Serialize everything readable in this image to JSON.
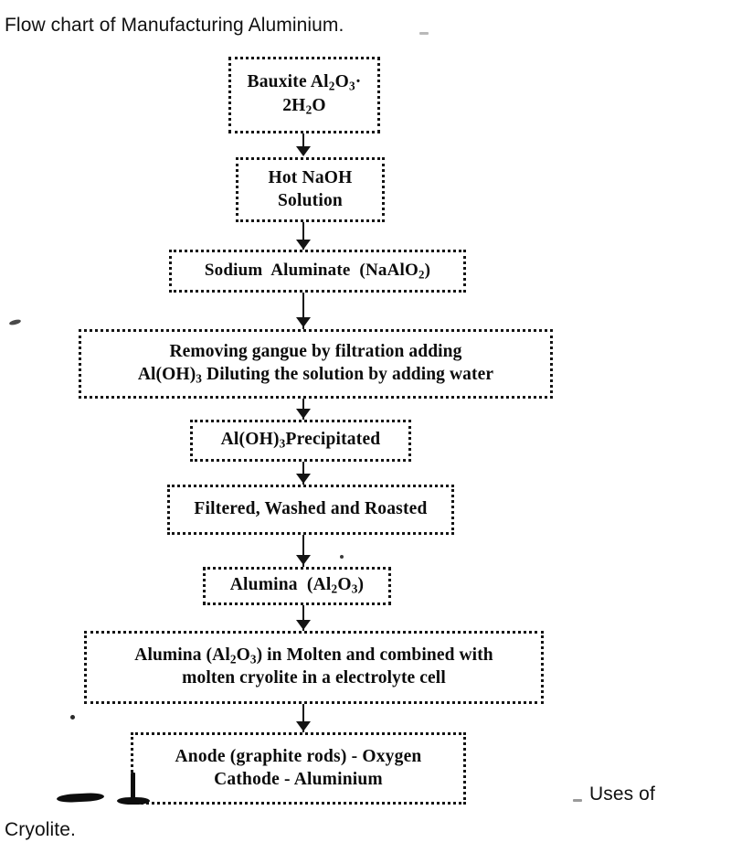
{
  "page": {
    "title_text": "Flow chart of Manufacturing Aluminium.",
    "trailing_text": "Uses of",
    "closing_text": "Cryolite."
  },
  "flowchart": {
    "title": "Flow chart of Manufacturing Aluminium",
    "orientation": "top-to-bottom",
    "node_shape": "rectangle",
    "border_style": "dotted",
    "connector": "downward-arrow",
    "colors": {
      "stroke": "#141414",
      "fill": "#ffffff",
      "text": "#0b0b0b"
    },
    "nodes": [
      {
        "id": "bauxite",
        "lines": [
          "Bauxite  Al₂O₃·",
          "2H₂O"
        ],
        "line1_html": "Bauxite  Al<sub>2</sub>O<sub>3</sub>·",
        "line2_html": "2H<sub>2</sub>O",
        "plain": "Bauxite Al2O3.2H2O"
      },
      {
        "id": "hot-naoh",
        "lines": [
          "Hot NaOH",
          "Solution"
        ],
        "line1_html": "Hot NaOH",
        "line2_html": "Solution",
        "plain": "Hot NaOH Solution"
      },
      {
        "id": "sodium-aluminate",
        "lines": [
          "Sodium  Aluminate  (NaAlO₂)"
        ],
        "line1_html": "Sodium&nbsp; Aluminate&nbsp; (NaAlO<sub>2</sub>)",
        "plain": "Sodium Aluminate (NaAlO2)"
      },
      {
        "id": "removing-gangue",
        "lines": [
          "Removing gangue by filtration adding",
          "Al(OH)₃ Diluting the solution by adding water"
        ],
        "line1_html": "Removing gangue by filtration adding",
        "line2_html": "Al(OH)<sub>3</sub> Diluting the solution by adding water",
        "plain": "Removing gangue by filtration adding Al(OH)3 Diluting the solution by adding water"
      },
      {
        "id": "aloh3-precipitated",
        "lines": [
          "Al(OH)₃Precipitated"
        ],
        "line1_html": "Al(OH)<sub>3</sub>Precipitated",
        "plain": "Al(OH)3 Precipitated"
      },
      {
        "id": "filtered-washed-roasted",
        "lines": [
          "Filtered, Washed and Roasted"
        ],
        "line1_html": "Filtered, Washed and Roasted",
        "plain": "Filtered, Washed and Roasted"
      },
      {
        "id": "alumina",
        "lines": [
          "Alumina  (Al₂O₃)"
        ],
        "line1_html": "Alumina&nbsp; (Al<sub>2</sub>O<sub>3</sub>)",
        "plain": "Alumina (Al2O3)"
      },
      {
        "id": "molten-cryolite",
        "lines": [
          "Alumina (Al₂O₃) in Molten and combined with",
          "molten cryolite in a electrolyte cell"
        ],
        "line1_html": "Alumina (Al<sub>2</sub>O<sub>3</sub>) in Molten and combined with",
        "line2_html": "molten cryolite in a electrolyte cell",
        "plain": "Alumina (Al2O3) in Molten and combined with molten cryolite in a electrolyte cell"
      },
      {
        "id": "electrodes",
        "lines": [
          "Anode (graphite rods) - Oxygen",
          "Cathode - Aluminium"
        ],
        "line1_html": "Anode (graphite rods) - Oxygen",
        "line2_html": "Cathode - Aluminium",
        "plain": "Anode (graphite rods) - Oxygen / Cathode - Aluminium"
      }
    ],
    "edges": [
      {
        "from": "bauxite",
        "to": "hot-naoh"
      },
      {
        "from": "hot-naoh",
        "to": "sodium-aluminate"
      },
      {
        "from": "sodium-aluminate",
        "to": "removing-gangue"
      },
      {
        "from": "removing-gangue",
        "to": "aloh3-precipitated"
      },
      {
        "from": "aloh3-precipitated",
        "to": "filtered-washed-roasted"
      },
      {
        "from": "filtered-washed-roasted",
        "to": "alumina"
      },
      {
        "from": "alumina",
        "to": "molten-cryolite"
      },
      {
        "from": "molten-cryolite",
        "to": "electrodes"
      }
    ]
  }
}
